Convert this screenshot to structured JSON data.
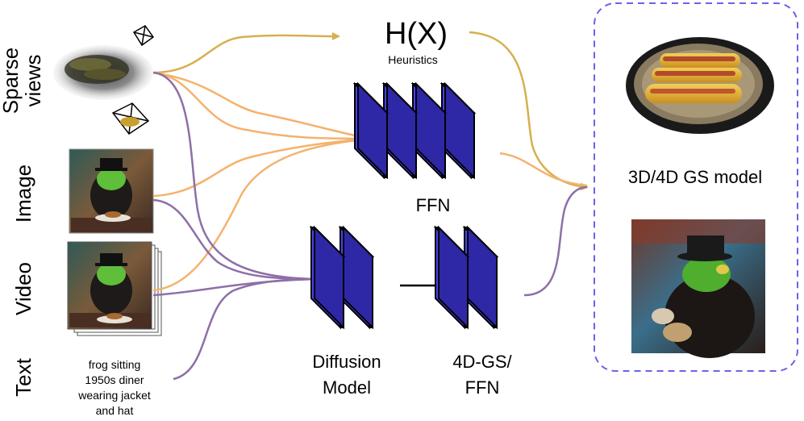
{
  "inputs": {
    "sparse_views": [
      "Sparse",
      "views"
    ],
    "image": "Image",
    "video": "Video",
    "text": "Text"
  },
  "prompt_lines": [
    "frog sitting",
    "1950s diner",
    "wearing jacket",
    "and hat"
  ],
  "heuristics": {
    "symbol": "H(X)",
    "caption": "Heuristics"
  },
  "ffn": {
    "label": "FFN"
  },
  "diffusion": {
    "label_lines": [
      "Diffusion",
      "Model"
    ]
  },
  "gs_ffn": {
    "label_lines": [
      "4D-GS/",
      "FFN"
    ]
  },
  "output": {
    "title": "3D/4D GS model"
  },
  "colors": {
    "heuristic_arrow": "#d6b04e",
    "ffn_arrow": "#f4b26e",
    "diffusion_arrow": "#8e6fa8",
    "block_fill": "#4a43f0",
    "output_border": "#6b63e6"
  }
}
